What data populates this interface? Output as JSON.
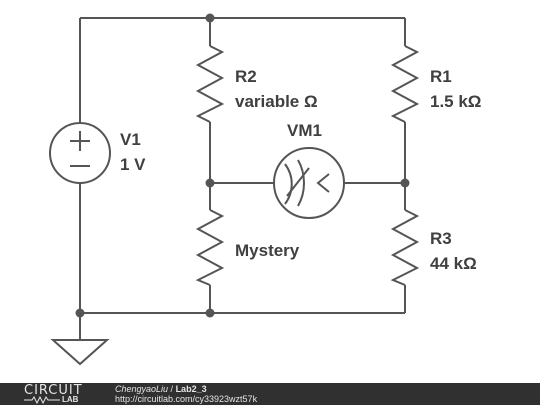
{
  "components": {
    "v1": {
      "name": "V1",
      "value": "1 V"
    },
    "r1": {
      "name": "R1",
      "value": "1.5 kΩ"
    },
    "r2": {
      "name": "R2",
      "value": "variable Ω"
    },
    "r3": {
      "name": "R3",
      "value": "44 kΩ"
    },
    "mystery": {
      "name": "Mystery"
    },
    "vm1": {
      "name": "VM1"
    }
  },
  "footer": {
    "logo_top": "CIRCUIT",
    "logo_bottom": "LAB",
    "user": "ChengyaoLiu",
    "separator": " / ",
    "project": "Lab2_3",
    "url": "http://circuitlab.com/cy33923wzt57k"
  },
  "colors": {
    "wire": "#555555",
    "label": "#404040",
    "footer_bg": "#303030",
    "footer_text": "#e6e6e6"
  }
}
